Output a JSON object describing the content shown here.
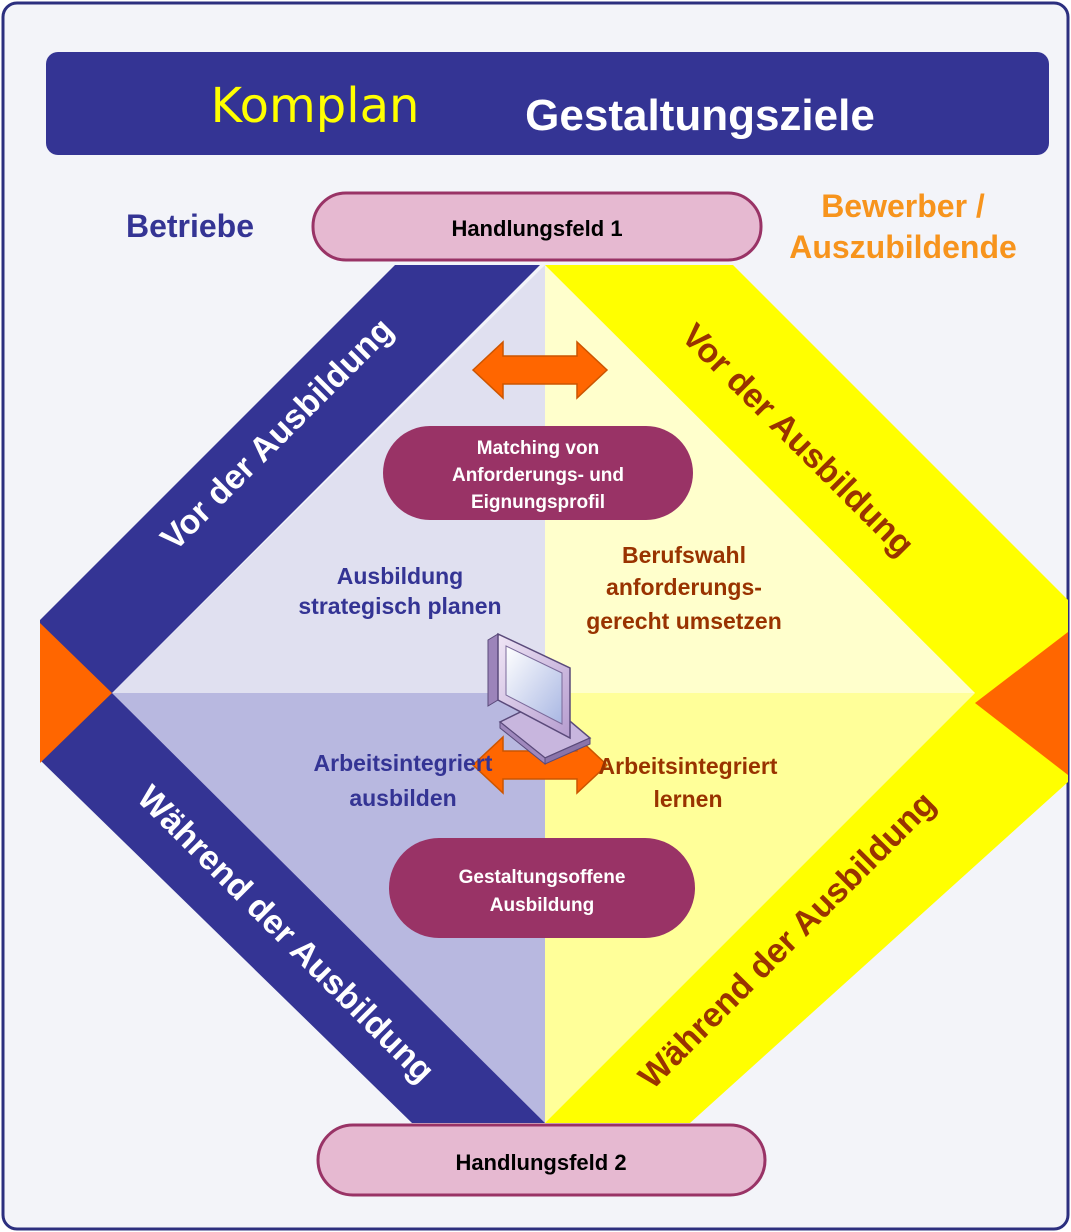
{
  "header": {
    "logo_text": "Komplan",
    "title": "Gestaltungsziele"
  },
  "sides": {
    "left_label": "Betriebe",
    "right_label_line1": "Bewerber /",
    "right_label_line2": "Auszubildende"
  },
  "fields": {
    "top": "Handlungsfeld 1",
    "bottom": "Handlungsfeld 2"
  },
  "bands": {
    "top_left": "Vor der Ausbildung",
    "top_right": "Vor der Ausbildung",
    "bottom_left": "Während der Ausbildung",
    "bottom_right": "Während der Ausbildung"
  },
  "pills": {
    "matching_line1": "Matching von",
    "matching_line2": "Anforderungs- und",
    "matching_line3": "Eignungsprofil",
    "gestaltung_line1": "Gestaltungsoffene",
    "gestaltung_line2": "Ausbildung"
  },
  "quadrants": {
    "tl_line1": "Ausbildung",
    "tl_line2": "strategisch planen",
    "tr_line1": "Berufswahl",
    "tr_line2": "anforderungs-",
    "tr_line3": "gerecht umsetzen",
    "bl_line1": "Arbeitsintegriert",
    "bl_line2": "ausbilden",
    "br_line1": "Arbeitsintegriert",
    "br_line2": "lernen"
  },
  "colors": {
    "frame_bg": "#f3f4f9",
    "frame_border": "#2c2f7f",
    "navy": "#343494",
    "yellow": "#ffff00",
    "orange": "#ff6600",
    "orange_text": "#f7941d",
    "brown": "#993300",
    "plum": "#993366",
    "pink": "#e6b9d1",
    "quad_tl": "#e0e0f0",
    "quad_tr": "#ffffcc",
    "quad_bl": "#b8b8e0",
    "quad_br": "#ffff99",
    "logo": "#ffff00"
  },
  "icons": [
    "computer-monitor-icon",
    "double-arrow-icon"
  ]
}
